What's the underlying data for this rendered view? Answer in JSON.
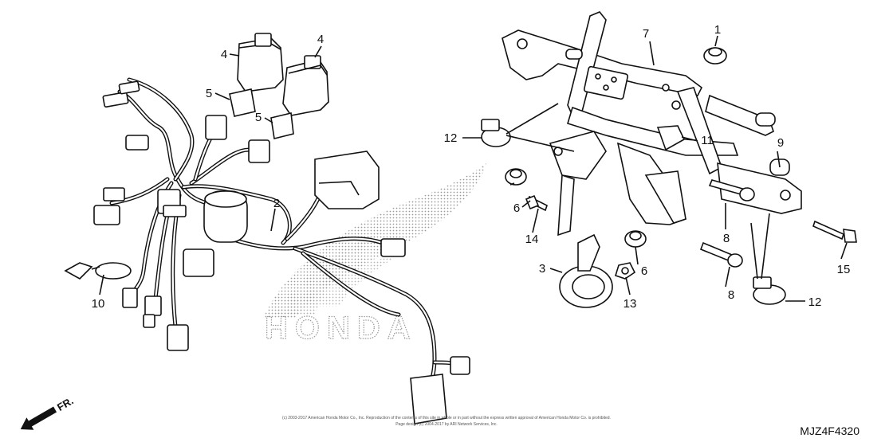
{
  "callouts": [
    {
      "id": "c1",
      "text": "1"
    },
    {
      "id": "c2",
      "text": "2"
    },
    {
      "id": "c3",
      "text": "3"
    },
    {
      "id": "c4a",
      "text": "4"
    },
    {
      "id": "c4b",
      "text": "4"
    },
    {
      "id": "c5a",
      "text": "5"
    },
    {
      "id": "c5b",
      "text": "5"
    },
    {
      "id": "c6a",
      "text": "6"
    },
    {
      "id": "c6b",
      "text": "6"
    },
    {
      "id": "c7",
      "text": "7"
    },
    {
      "id": "c8a",
      "text": "8"
    },
    {
      "id": "c8b",
      "text": "8"
    },
    {
      "id": "c9",
      "text": "9"
    },
    {
      "id": "c10",
      "text": "10"
    },
    {
      "id": "c11",
      "text": "11"
    },
    {
      "id": "c12a",
      "text": "12"
    },
    {
      "id": "c12b",
      "text": "12"
    },
    {
      "id": "c13",
      "text": "13"
    },
    {
      "id": "c14",
      "text": "14"
    },
    {
      "id": "c15",
      "text": "15"
    }
  ],
  "watermark": "HONDA",
  "direction_label": "FR.",
  "diagram_code": "MJZ4F4320",
  "copyright_line1": "(c) 2003-2017 American Honda Motor Co., Inc. Reproduction of the contents of this site in whole or in part without the express written approval of American Honda Motor Co. is prohibited.",
  "copyright_line2": "Page design (c) 2004-2017 by ARI Network Services, Inc.",
  "colors": {
    "ink": "#111111",
    "watermark": "#9a9a9a",
    "background": "#ffffff"
  }
}
